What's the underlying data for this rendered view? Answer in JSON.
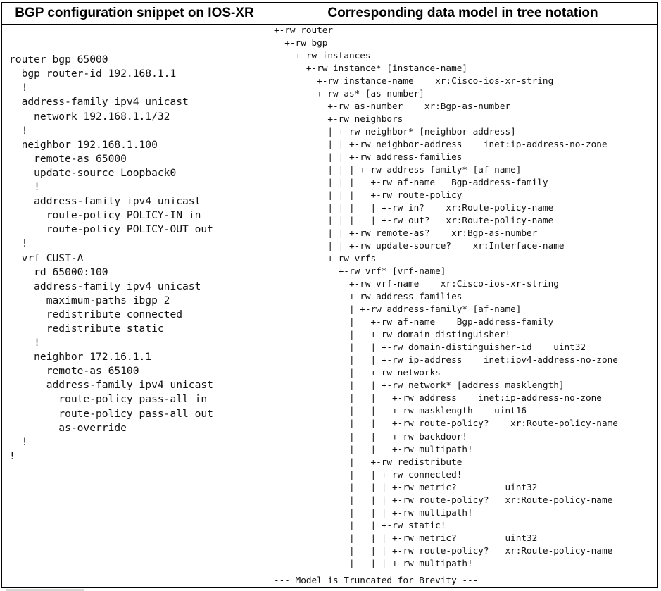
{
  "headers": {
    "left": "BGP configuration snippet on IOS-XR",
    "right": "Corresponding data model in tree notation"
  },
  "config_lines": [
    "router bgp 65000",
    "  bgp router-id 192.168.1.1",
    "  !",
    "  address-family ipv4 unicast",
    "    network 192.168.1.1/32",
    "  !",
    "  neighbor 192.168.1.100",
    "    remote-as 65000",
    "    update-source Loopback0",
    "    !",
    "    address-family ipv4 unicast",
    "      route-policy POLICY-IN in",
    "      route-policy POLICY-OUT out",
    "  !",
    "  vrf CUST-A",
    "    rd 65000:100",
    "    address-family ipv4 unicast",
    "      maximum-paths ibgp 2",
    "      redistribute connected",
    "      redistribute static",
    "    !",
    "    neighbor 172.16.1.1",
    "      remote-as 65100",
    "      address-family ipv4 unicast",
    "        route-policy pass-all in",
    "        route-policy pass-all out",
    "        as-override",
    "  !",
    "!"
  ],
  "tree_lines": [
    "+-rw router",
    "  +-rw bgp",
    "    +-rw instances",
    "      +-rw instance* [instance-name]",
    "        +-rw instance-name    xr:Cisco-ios-xr-string",
    "        +-rw as* [as-number]",
    "          +-rw as-number    xr:Bgp-as-number",
    "          +-rw neighbors",
    "          | +-rw neighbor* [neighbor-address]",
    "          | | +-rw neighbor-address    inet:ip-address-no-zone",
    "          | | +-rw address-families",
    "          | | | +-rw address-family* [af-name]",
    "          | | |   +-rw af-name   Bgp-address-family",
    "          | | |   +-rw route-policy",
    "          | | |   | +-rw in?    xr:Route-policy-name",
    "          | | |   | +-rw out?   xr:Route-policy-name",
    "          | | +-rw remote-as?    xr:Bgp-as-number",
    "          | | +-rw update-source?    xr:Interface-name",
    "          +-rw vrfs",
    "            +-rw vrf* [vrf-name]",
    "              +-rw vrf-name    xr:Cisco-ios-xr-string",
    "              +-rw address-families",
    "              | +-rw address-family* [af-name]",
    "              |   +-rw af-name    Bgp-address-family",
    "              |   +-rw domain-distinguisher!",
    "              |   | +-rw domain-distinguisher-id    uint32",
    "              |   | +-rw ip-address    inet:ipv4-address-no-zone",
    "              |   +-rw networks",
    "              |   | +-rw network* [address masklength]",
    "              |   |   +-rw address    inet:ip-address-no-zone",
    "              |   |   +-rw masklength    uint16",
    "              |   |   +-rw route-policy?    xr:Route-policy-name",
    "              |   |   +-rw backdoor!",
    "              |   |   +-rw multipath!",
    "              |   +-rw redistribute",
    "              |   | +-rw connected!",
    "              |   | | +-rw metric?         uint32",
    "              |   | | +-rw route-policy?   xr:Route-policy-name",
    "              |   | | +-rw multipath!",
    "              |   | +-rw static!",
    "              |   | | +-rw metric?         uint32",
    "              |   | | +-rw route-policy?   xr:Route-policy-name",
    "              |   | | +-rw multipath!"
  ],
  "footer_note": "--- Model is Truncated for Brevity ---"
}
